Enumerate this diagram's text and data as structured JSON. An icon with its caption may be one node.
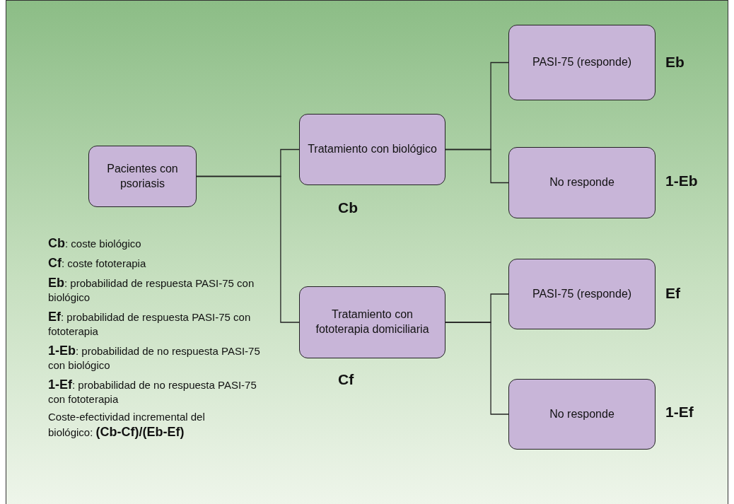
{
  "diagram": {
    "nodes": [
      {
        "text": [
          "Pacientes con psoriasis"
        ]
      },
      {
        "text": [
          "Tratamiento con biológico"
        ],
        "beside": [
          "Cb"
        ]
      },
      {
        "text": [
          "PASI-75 (responde)"
        ],
        "beside": [
          "Eb"
        ]
      },
      {
        "text": [
          "No responde"
        ],
        "beside": [
          "1-Eb"
        ]
      },
      {
        "text": [
          "Tratamiento con fototerapia domiciliaria"
        ],
        "beside": [
          "Cf"
        ]
      },
      {
        "text": [
          "PASI-75 (responde)"
        ],
        "beside": [
          "Ef"
        ]
      },
      {
        "text": [
          "No responde"
        ],
        "beside": [
          "1-Ef"
        ]
      }
    ],
    "edges": [
      {
        "from": 0,
        "to": 1,
        "arrow": "none"
      },
      {
        "from": 0,
        "to": 4,
        "arrow": "none"
      },
      {
        "from": 1,
        "to": 2,
        "arrow": "none"
      },
      {
        "from": 1,
        "to": 3,
        "arrow": "none"
      },
      {
        "from": 4,
        "to": 5,
        "arrow": "none"
      },
      {
        "from": 4,
        "to": 6,
        "arrow": "none"
      }
    ],
    "labels": [
      "**Cb**: coste biológico",
      "**Cf**: coste fototerapia",
      "**Eb**: probabilidad de respuesta PASI-75 con biológico",
      "**Ef**: probabilidad de respuesta PASI-75 con fototerapia",
      "**1-Eb**: probabilidad de no respuesta PASI-75 con biológico",
      "**1-Ef**: probabilidad de no respuesta PASI-75 con fototerapia",
      "Coste-efectividad incremental del biológico: **(Cb-Cf)/(Eb-Ef)**"
    ]
  }
}
